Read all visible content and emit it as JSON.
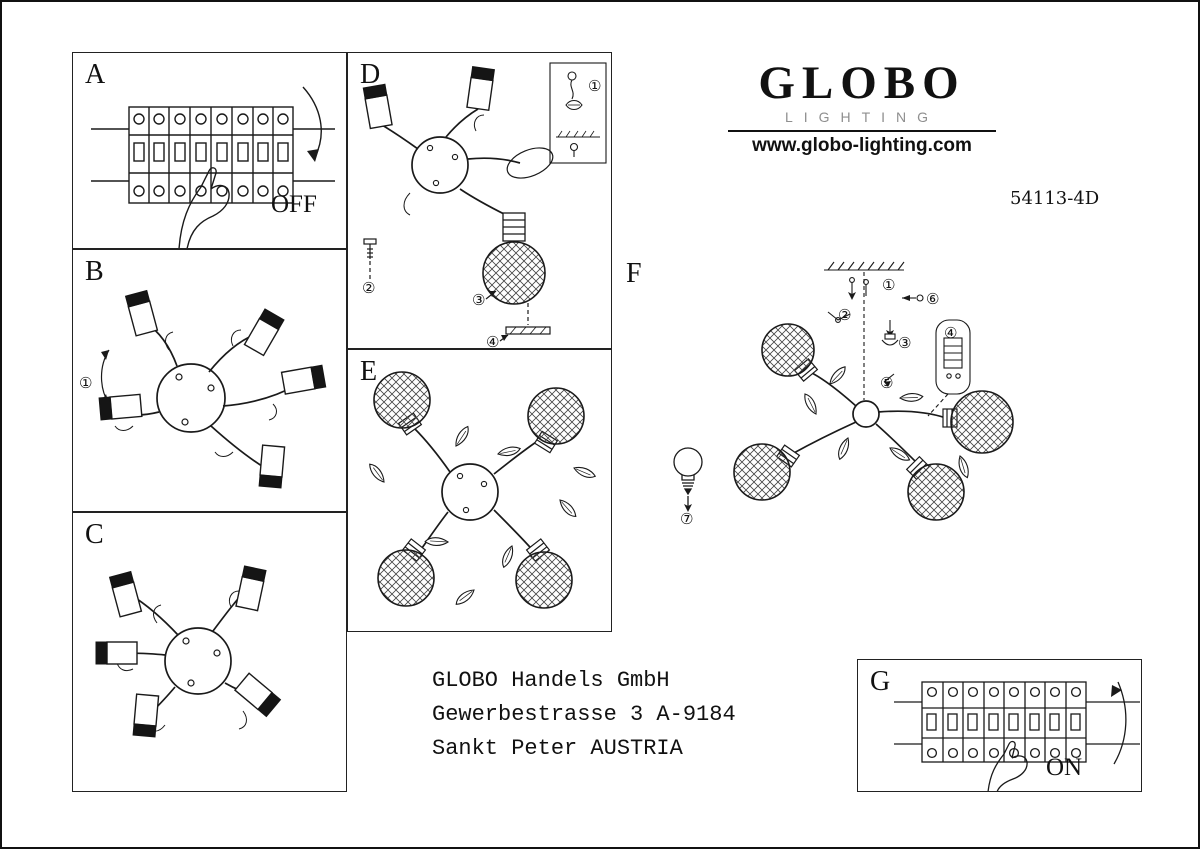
{
  "brand": {
    "name": "GLOBO",
    "tagline": "LIGHTING",
    "website": "www.globo-lighting.com"
  },
  "model_number": "54113-4D",
  "address": {
    "line1": "GLOBO Handels GmbH",
    "line2": "Gewerbestrasse 3 A-9184",
    "line3": "Sankt Peter AUSTRIA"
  },
  "panels": {
    "a": {
      "label": "A",
      "caption": "OFF"
    },
    "b": {
      "label": "B",
      "markers": [
        "①"
      ]
    },
    "c": {
      "label": "C"
    },
    "d": {
      "label": "D",
      "markers": [
        "①",
        "②",
        "③",
        "④"
      ]
    },
    "e": {
      "label": "E"
    },
    "f": {
      "label": "F",
      "markers": [
        "①",
        "②",
        "③",
        "④",
        "⑤",
        "⑥",
        "⑦"
      ]
    },
    "g": {
      "label": "G",
      "caption": "ON"
    }
  }
}
